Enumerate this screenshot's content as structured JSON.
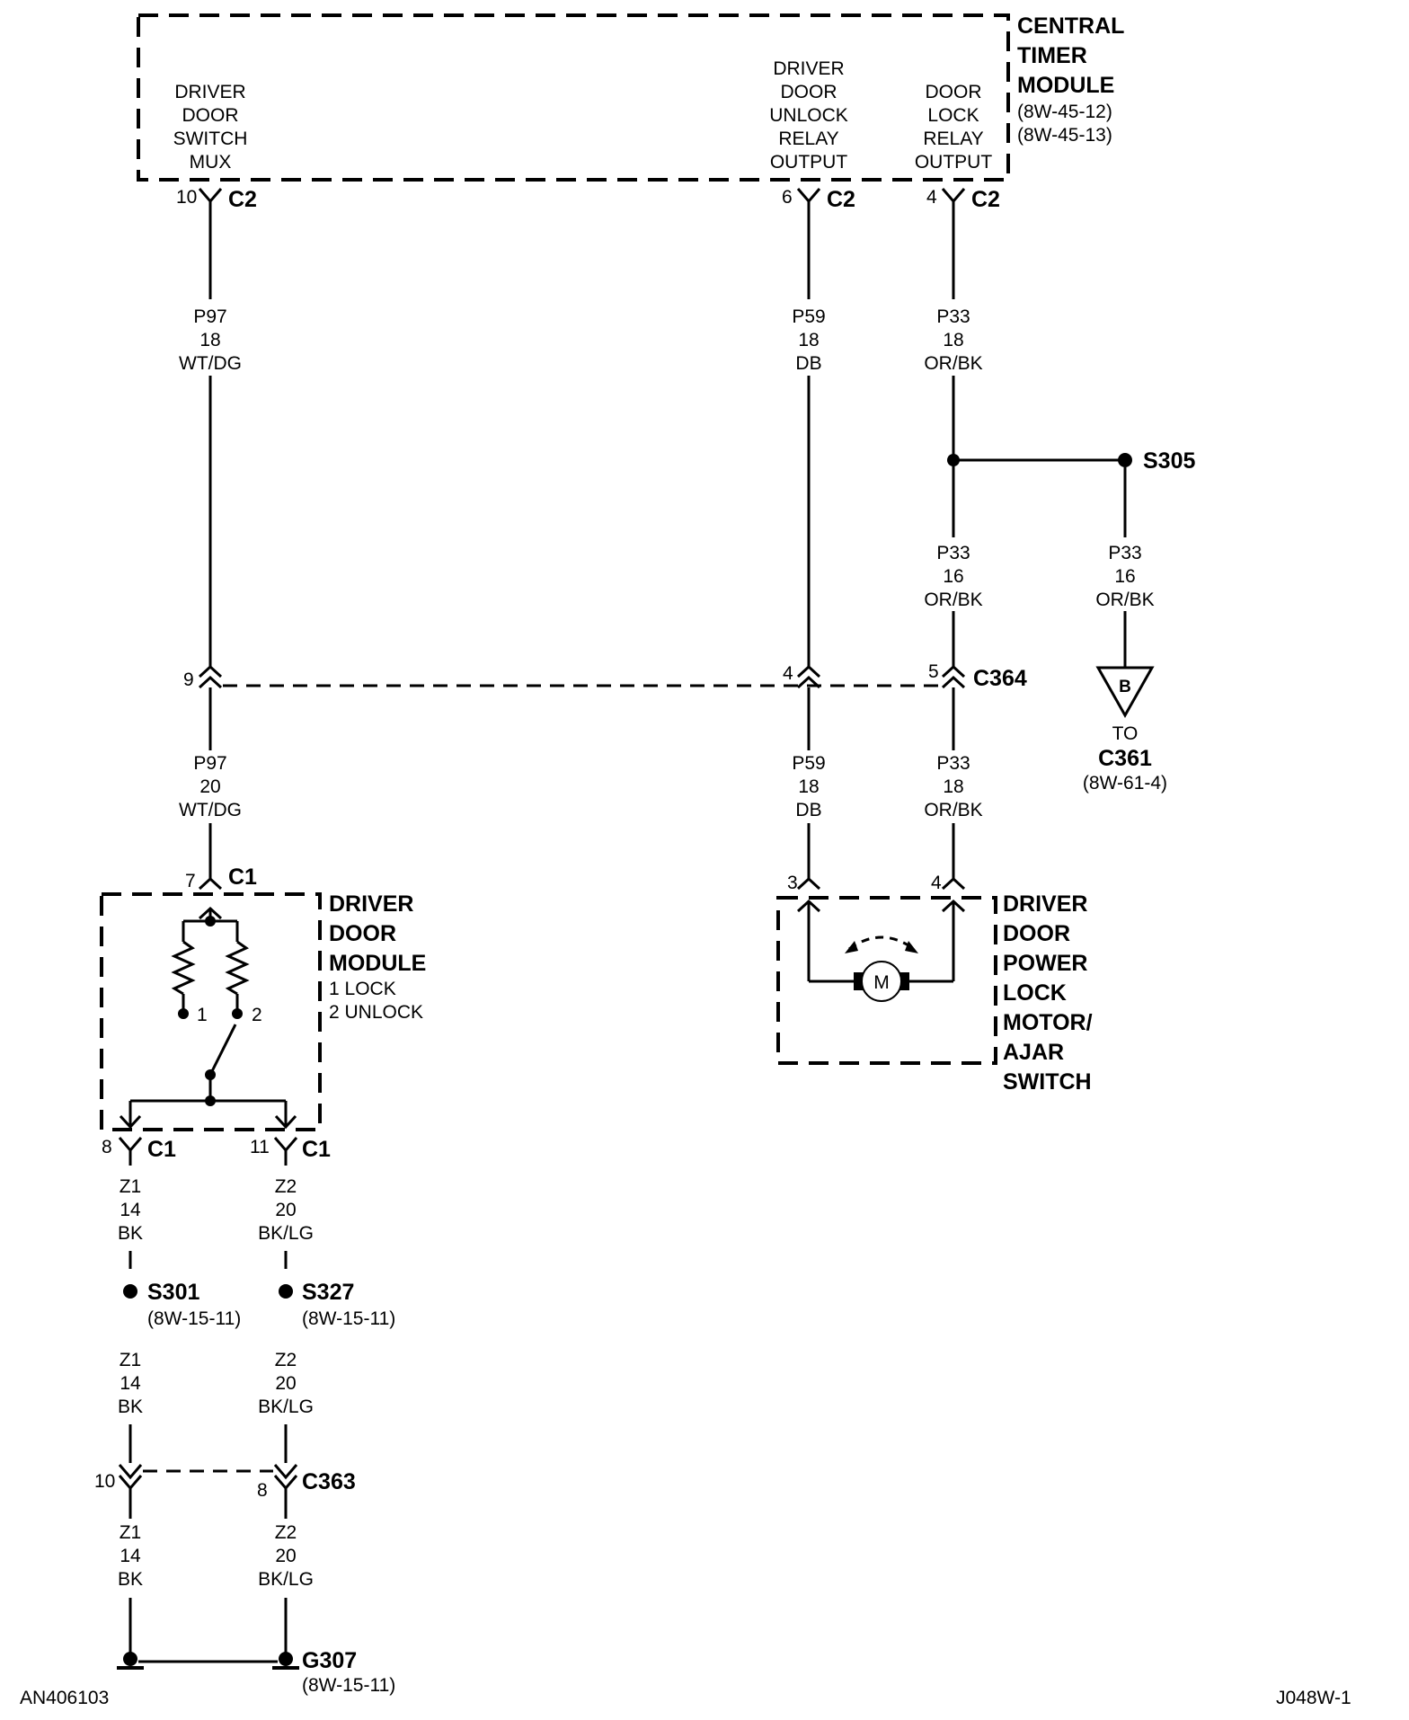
{
  "modules": {
    "ctm": {
      "name": [
        "CENTRAL",
        "TIMER",
        "MODULE"
      ],
      "refs": [
        "(8W-45-12)",
        "(8W-45-13)"
      ]
    },
    "ddm": {
      "name": [
        "DRIVER",
        "DOOR",
        "MODULE"
      ],
      "sub": [
        "1 LOCK",
        "2 UNLOCK"
      ]
    },
    "motor": {
      "name": [
        "DRIVER",
        "DOOR",
        "POWER",
        "LOCK",
        "MOTOR/",
        "AJAR",
        "SWITCH"
      ],
      "symbol": "M"
    }
  },
  "ctm_pins": {
    "p1": [
      "DRIVER",
      "DOOR",
      "SWITCH",
      "MUX"
    ],
    "p2": [
      "DRIVER",
      "DOOR",
      "UNLOCK",
      "RELAY",
      "OUTPUT"
    ],
    "p3": [
      "DOOR",
      "LOCK",
      "RELAY",
      "OUTPUT"
    ]
  },
  "connectors": {
    "c2_a": {
      "pin": "10",
      "name": "C2"
    },
    "c2_b": {
      "pin": "6",
      "name": "C2"
    },
    "c2_c": {
      "pin": "4",
      "name": "C2"
    },
    "c364_a": {
      "pin": "9"
    },
    "c364_b": {
      "pin": "4"
    },
    "c364_c": {
      "pin": "5",
      "name": "C364"
    },
    "c1_top": {
      "pin": "7",
      "name": "C1"
    },
    "c1_bl": {
      "pin": "8",
      "name": "C1"
    },
    "c1_br": {
      "pin": "11",
      "name": "C1"
    },
    "motor_a": {
      "pin": "3"
    },
    "motor_b": {
      "pin": "4"
    },
    "c363_a": {
      "pin": "10"
    },
    "c363_b": {
      "pin": "8",
      "name": "C363"
    }
  },
  "wires": {
    "w1": [
      "P97",
      "18",
      "WT/DG"
    ],
    "w2": [
      "P59",
      "18",
      "DB"
    ],
    "w3": [
      "P33",
      "18",
      "OR/BK"
    ],
    "w4": [
      "P33",
      "16",
      "OR/BK"
    ],
    "w5": [
      "P33",
      "16",
      "OR/BK"
    ],
    "w6": [
      "P97",
      "20",
      "WT/DG"
    ],
    "w7": [
      "P59",
      "18",
      "DB"
    ],
    "w8": [
      "P33",
      "18",
      "OR/BK"
    ],
    "w9": [
      "Z1",
      "14",
      "BK"
    ],
    "w10": [
      "Z2",
      "20",
      "BK/LG"
    ],
    "w11": [
      "Z1",
      "14",
      "BK"
    ],
    "w12": [
      "Z2",
      "20",
      "BK/LG"
    ],
    "w13": [
      "Z1",
      "14",
      "BK"
    ],
    "w14": [
      "Z2",
      "20",
      "BK/LG"
    ]
  },
  "splices": {
    "s305": {
      "name": "S305"
    },
    "s301": {
      "name": "S301",
      "ref": "(8W-15-11)"
    },
    "s327": {
      "name": "S327",
      "ref": "(8W-15-11)"
    }
  },
  "ground": {
    "name": "G307",
    "ref": "(8W-15-11)"
  },
  "offpage": {
    "letter": "B",
    "to": "TO",
    "dest": "C361",
    "ref": "(8W-61-4)"
  },
  "switch_labels": {
    "one": "1",
    "two": "2"
  },
  "footer": {
    "left": "AN406103",
    "right": "J048W-1"
  }
}
